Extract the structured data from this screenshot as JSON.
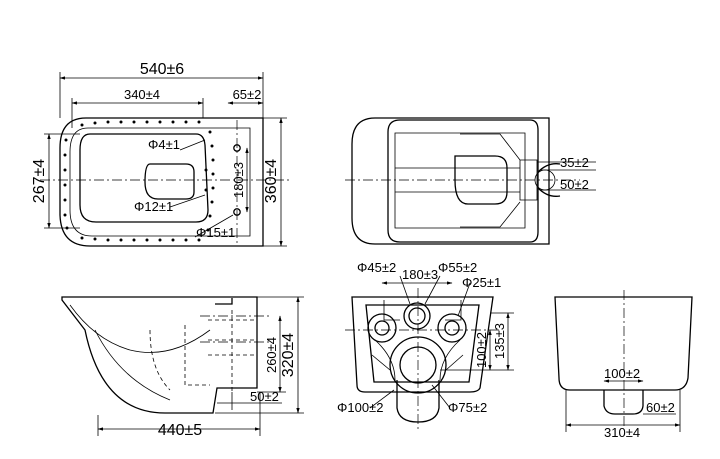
{
  "dimensions": {
    "top_view": {
      "overall_length": "540±6",
      "bowl_length": "340±4",
      "rear_offset": "65±2",
      "bowl_width": "267±4",
      "overall_width": "360±4",
      "hole_small": "Φ4±1",
      "hole_medium": "Φ12±1",
      "hole_large": "Φ15±1",
      "hole_spacing": "180±3"
    },
    "bottom_view": {
      "dim_a": "35±2",
      "dim_b": "50±2"
    },
    "side_view": {
      "overall_depth": "440±5",
      "outlet_height": "260±4",
      "overall_height": "320±4",
      "outlet_offset": "50±2"
    },
    "rear_view": {
      "inlet": "Φ45±2",
      "bolt_spacing": "180±3",
      "inlet_outer": "Φ55±2",
      "bolt_hole": "Φ25±1",
      "height_a": "100±2",
      "height_b": "135±3",
      "outlet_outer": "Φ100±2",
      "outlet_inner": "Φ75±2"
    },
    "front_view": {
      "spigot_width": "100±2",
      "spigot_height": "60±2",
      "overall_width": "310±4"
    }
  }
}
